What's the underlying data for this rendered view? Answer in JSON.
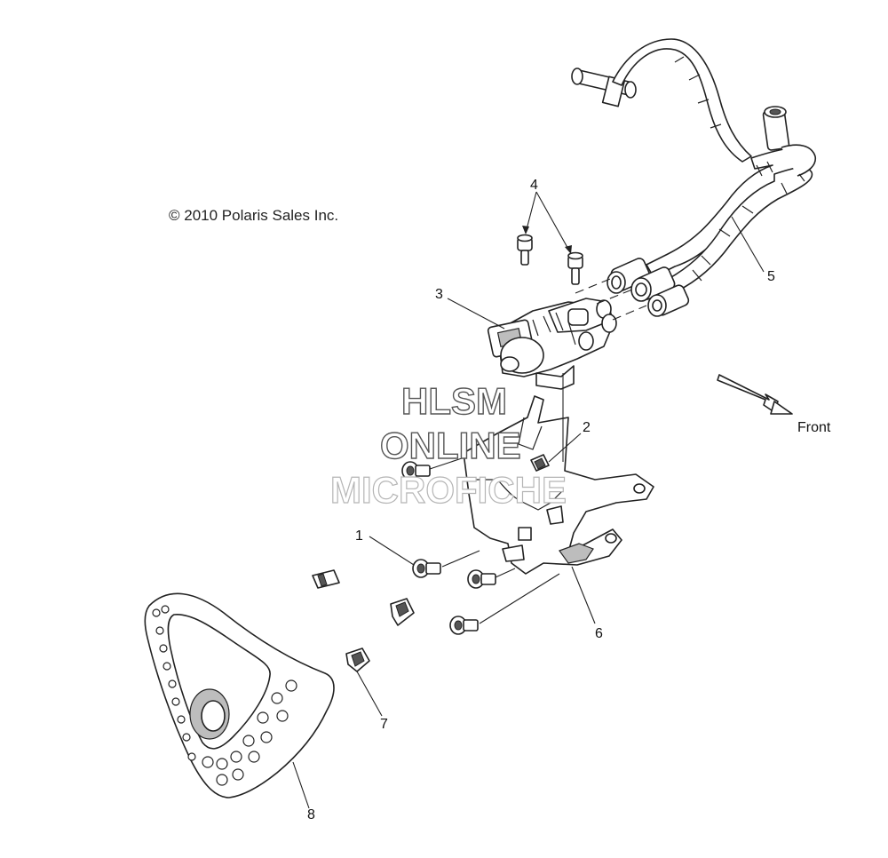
{
  "diagram": {
    "copyright": "© 2010 Polaris Sales Inc.",
    "direction_label": "Front",
    "watermark": {
      "line1": "HLSM",
      "line2": "ONLINE",
      "line3": "MICROFICHE"
    },
    "callouts": [
      {
        "id": "1",
        "label": "1"
      },
      {
        "id": "2",
        "label": "2"
      },
      {
        "id": "3",
        "label": "3"
      },
      {
        "id": "4",
        "label": "4"
      },
      {
        "id": "5",
        "label": "5"
      },
      {
        "id": "6",
        "label": "6"
      },
      {
        "id": "7",
        "label": "7"
      },
      {
        "id": "8",
        "label": "8"
      }
    ]
  }
}
